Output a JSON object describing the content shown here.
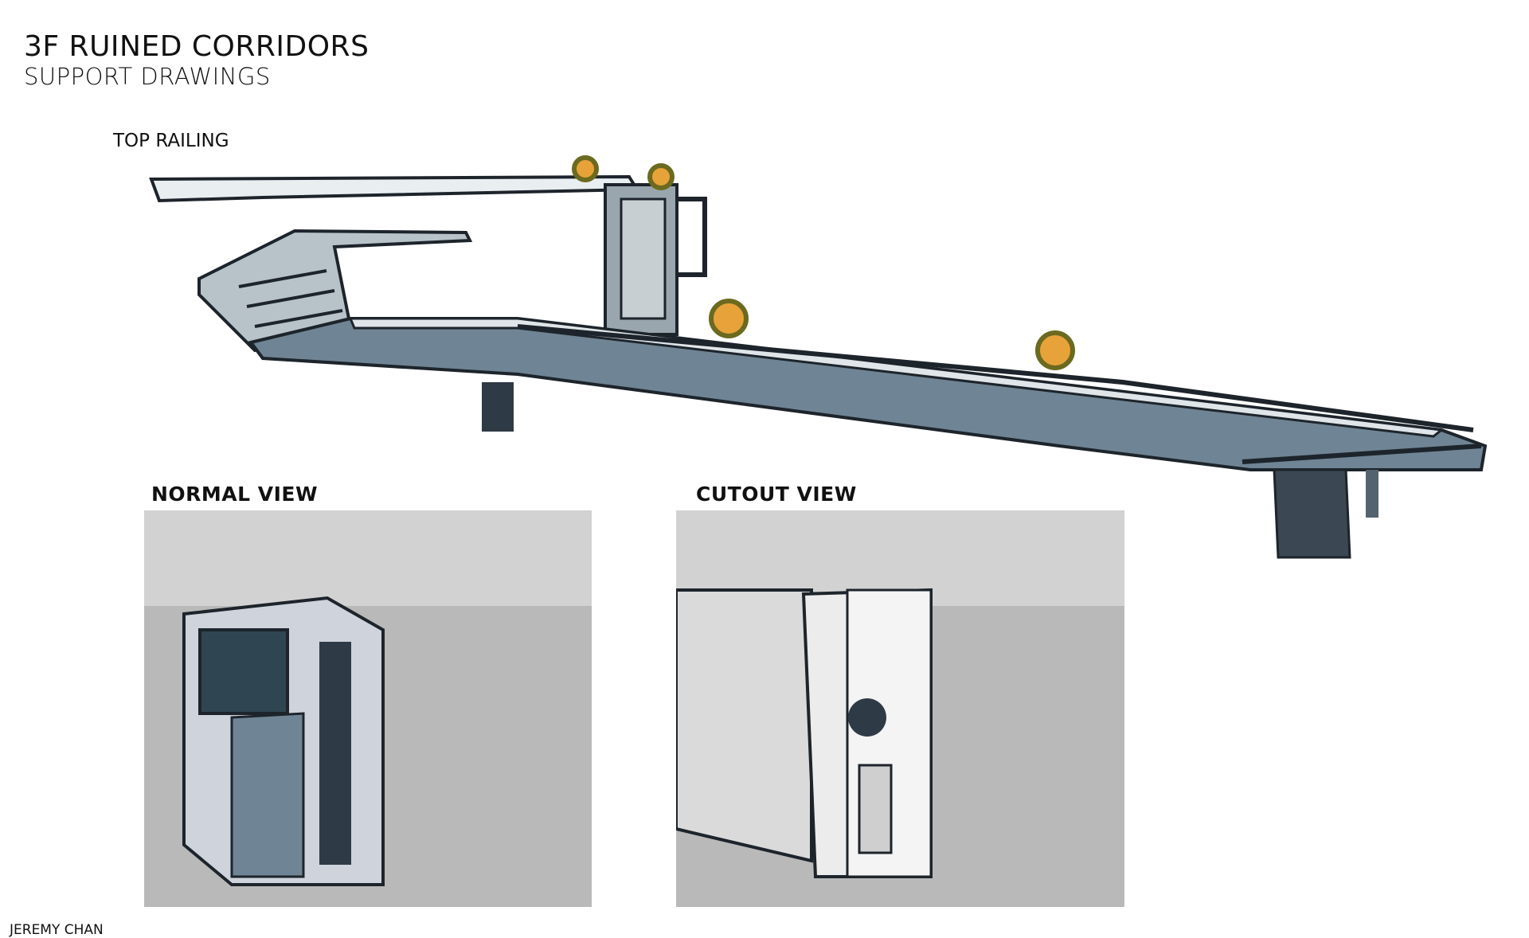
{
  "header": {
    "title": "3F RUINED CORRIDORS",
    "subtitle": "SUPPORT DRAWINGS"
  },
  "sections": {
    "top_railing": "TOP RAILING",
    "normal_view": "NORMAL VIEW",
    "cutout_view": "CUTOUT VIEW"
  },
  "credit": "JEREMY CHAN",
  "colors": {
    "metal_dark": "#2e3a46",
    "metal_blue": "#6f8494",
    "panel_gray": "#b9b9b9",
    "light_glow": "#e8a23a"
  }
}
